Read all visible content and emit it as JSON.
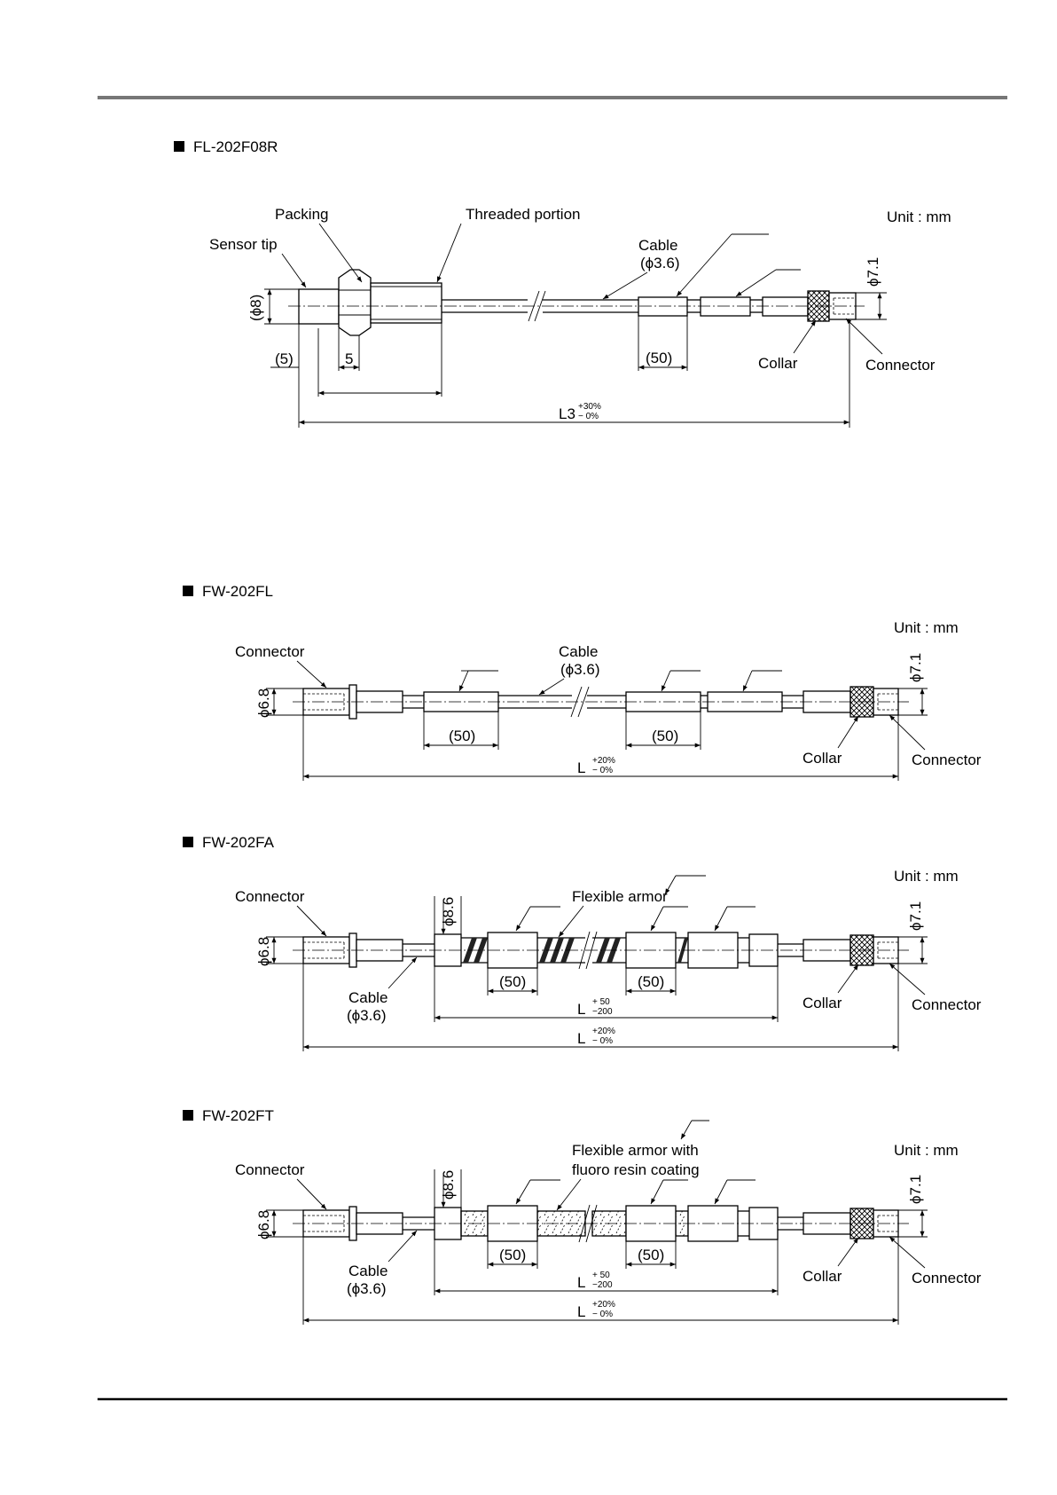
{
  "sections": [
    {
      "title": "FL-202F08R",
      "unit": "Unit : mm",
      "labels": {
        "packing": "Packing",
        "threaded": "Threaded portion",
        "sensor_tip": "Sensor tip",
        "cable": "Cable",
        "cable_dia": "(ϕ3.6)",
        "phi71": "ϕ7.1",
        "phi8": "(ϕ8)",
        "collar": "Collar",
        "connector": "Connector",
        "dim5p": "(5)",
        "dim5": "5",
        "dim50": "(50)",
        "l3": "L3",
        "tol_plus": "+30%",
        "tol_minus": "− 0%"
      }
    },
    {
      "title": "FW-202FL",
      "unit": "Unit : mm",
      "labels": {
        "connector_left": "Connector",
        "cable": "Cable",
        "cable_dia": "(ϕ3.6)",
        "phi68": "ϕ6.8",
        "phi71": "ϕ7.1",
        "dim50a": "(50)",
        "dim50b": "(50)",
        "collar": "Collar",
        "connector_right": "Connector",
        "l": "L",
        "tol_plus": "+20%",
        "tol_minus": "− 0%"
      }
    },
    {
      "title": "FW-202FA",
      "unit": "Unit : mm",
      "labels": {
        "connector_left": "Connector",
        "armor": "Flexible armor",
        "phi86": "ϕ8.6",
        "phi68": "ϕ6.8",
        "phi71": "ϕ7.1",
        "dim50a": "(50)",
        "dim50b": "(50)",
        "cable": "Cable",
        "cable_dia": "(ϕ3.6)",
        "collar": "Collar",
        "connector_right": "Connector",
        "l_inner": "L",
        "tol_inner_plus": "+ 50",
        "tol_inner_minus": "−200",
        "l_outer": "L",
        "tol_outer_plus": "+20%",
        "tol_outer_minus": "− 0%"
      }
    },
    {
      "title": "FW-202FT",
      "unit": "Unit : mm",
      "labels": {
        "connector_left": "Connector",
        "armor1": "Flexible armor with",
        "armor2": "fluoro resin coating",
        "phi86": "ϕ8.6",
        "phi68": "ϕ6.8",
        "phi71": "ϕ7.1",
        "dim50a": "(50)",
        "dim50b": "(50)",
        "cable": "Cable",
        "cable_dia": "(ϕ3.6)",
        "collar": "Collar",
        "connector_right": "Connector",
        "l_inner": "L",
        "tol_inner_plus": "+ 50",
        "tol_inner_minus": "−200",
        "l_outer": "L",
        "tol_outer_plus": "+20%",
        "tol_outer_minus": "− 0%"
      }
    }
  ]
}
